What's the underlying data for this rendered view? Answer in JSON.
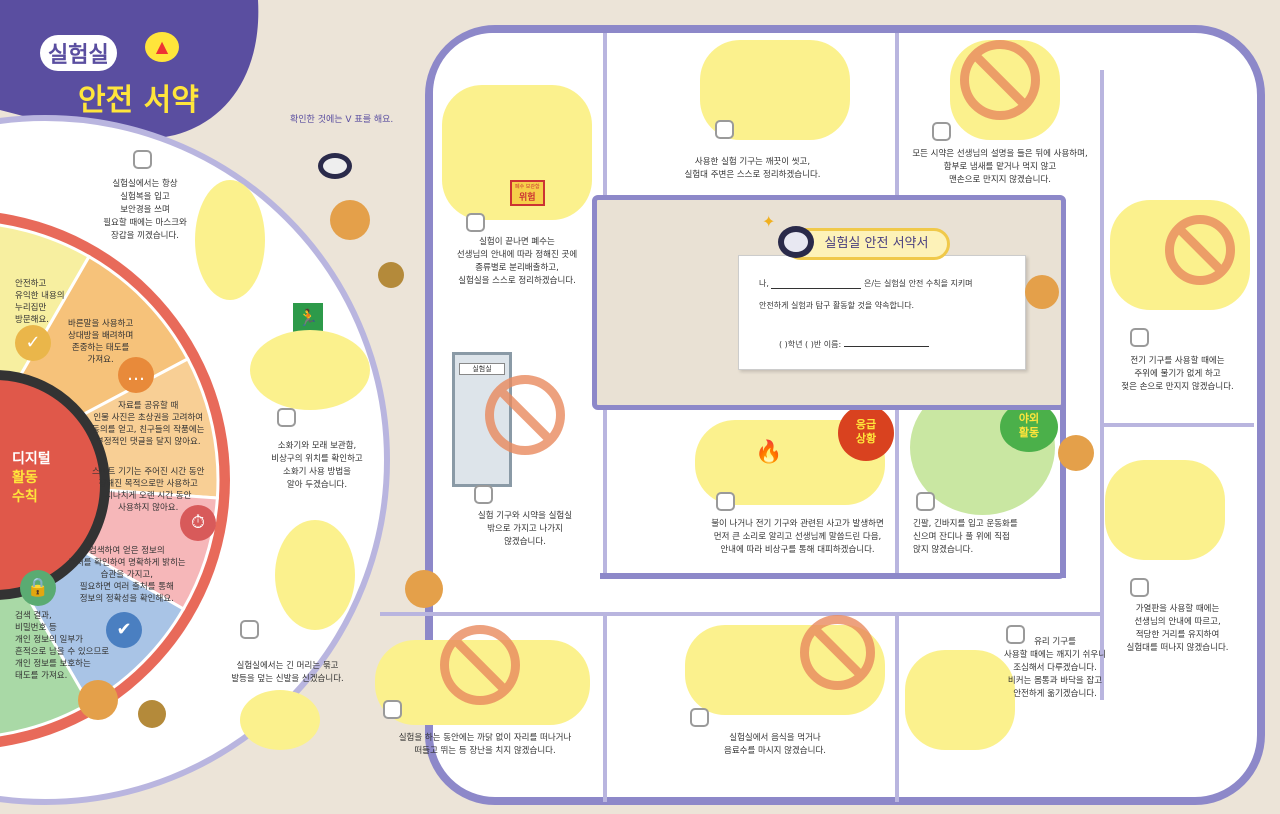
{
  "title": {
    "line1": "실험실",
    "line2": "안전 서약"
  },
  "hint": "확인한 것에는 V 표를 해요.",
  "wheel": {
    "center": "디지털\n활동\n수칙",
    "center_parts": [
      "디지털",
      "활동",
      "수칙"
    ],
    "segments": [
      "안전하고\n유익한 내용의\n누리집만\n방문해요.",
      "바른말을 사용하고\n상대방을 배려하며\n존중하는 태도를\n가져요.",
      "자료를 공유할 때\n인물 사진은 초상권을 고려하여\n동의를 얻고, 친구들의 작품에는\n부정적인 댓글을 달지 않아요.",
      "스마트 기기는 주어진 시간 동안\n정해진 목적으로만 사용하고\n지나치게 오랜 시간 동안\n사용하지 않아요.",
      "검색하여 얻은 정보의\n출처를 확인하여 명확하게 밝히는\n습관을 가지고,\n필요하면 여러 출처를 통해\n정보의 정확성을 확인해요.",
      "검색 결과,\n비밀번호 등\n개인 정보의 일부가\n흔적으로 남을 수 있으므로\n개인 정보를 보호하는\n태도를 가져요."
    ]
  },
  "rules": [
    "실험실에서는 항상\n실험복을 입고\n보안경을 쓰며\n필요할 때에는 마스크와\n장갑을 끼겠습니다.",
    "소화기와 모래 보관함,\n비상구의 위치를 확인하고\n소화기 사용 방법을\n알아 두겠습니다.",
    "실험실에서는 긴 머리는 묶고\n발등을 덮는 신발을 신겠습니다.",
    "실험이 끝나면 폐수는\n선생님의 안내에 따라 정해진 곳에\n종류별로 분리배출하고,\n실험실을 스스로 정리하겠습니다.",
    "사용한 실험 기구는 깨끗이 씻고,\n실험대 주변은 스스로 정리하겠습니다.",
    "모든 시약은 선생님의 설명을 들은 뒤에 사용하며,\n함부로 냄새를 맡거나 먹지 않고\n맨손으로 만지지 않겠습니다.",
    "전기 기구를 사용할 때에는\n주위에 물기가 없게 하고\n젖은 손으로 만지지 않겠습니다.",
    "가열판을 사용할 때에는\n선생님의 안내에 따르고,\n적당한 거리를 유지하여\n실험대를 떠나지 않겠습니다.",
    "유리 기구를\n사용할 때에는 깨지기 쉬우니\n조심해서 다루겠습니다.\n비커는 몸통과 바닥을 잡고\n안전하게 옮기겠습니다.",
    "실험실에서 음식을 먹거나\n음료수를 마시지 않겠습니다.",
    "실험을 하는 동안에는 까닭 없이 자리를 떠나거나\n떠들고 뛰는 등 장난을 치지 않겠습니다.",
    "실험 기구와 시약을 실험실\n밖으로 가지고 나가지\n않겠습니다.",
    "불이 나거나 전기 기구와 관련된 사고가 발생하면\n먼저 큰 소리로 알리고 선생님께 말씀드린 다음,\n안내에 따라 비상구를 통해 대피하겠습니다.",
    "긴팔, 긴바지를 입고 운동화를\n신으며 잔디나 풀 위에 직접\n앉지 않겠습니다."
  ],
  "badges": {
    "emergency": "응급\n상황",
    "outdoor": "야외\n활동",
    "danger_sign_small": "폐수 보관함",
    "danger_sign": "위험",
    "lab_door": "실험실"
  },
  "pledge": {
    "title": "실험실 안전 서약서",
    "line1_prefix": "나,",
    "line1_suffix": "은/는 실험실 안전 수칙을 지키며",
    "line2": "안전하게 실험과 탐구 활동할 것을 약속합니다.",
    "grade": "(        )학년 (        )반  이름:"
  },
  "colors": {
    "frame": "#8d88c9",
    "title_bg": "#5a4ea0",
    "title_yellow": "#ffe53b",
    "wheel_rim": "#e86a5a"
  }
}
